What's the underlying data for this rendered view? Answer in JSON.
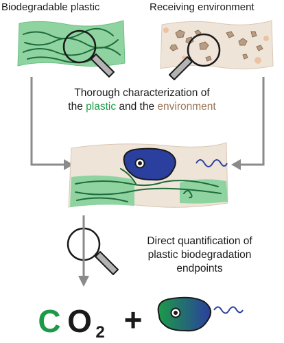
{
  "headings": {
    "plastic": "Biodegradable plastic",
    "environment": "Receiving environment"
  },
  "characterization": {
    "line1": "Thorough characterization of",
    "line2_pre": "the ",
    "line2_plastic": "plastic",
    "line2_mid": " and the ",
    "line2_environment": "environment"
  },
  "quantification": {
    "line1": "Direct quantification of",
    "line2": "plastic biodegradation",
    "line3": "endpoints"
  },
  "products": {
    "co2_c": "C",
    "co2_o": "O",
    "co2_sub": "2",
    "plus": "+"
  },
  "colors": {
    "plastic_green": "#8fd3a0",
    "fiber_green": "#1e6b3c",
    "text_green": "#1d9a48",
    "soil_beige": "#efe4d8",
    "text_brown": "#9a7455",
    "microbe_blue": "#2a3f9e",
    "arrow_gray": "#8a8a8a"
  },
  "icons": [
    "magnifier-icon",
    "microbe-icon",
    "arrow-icon"
  ]
}
